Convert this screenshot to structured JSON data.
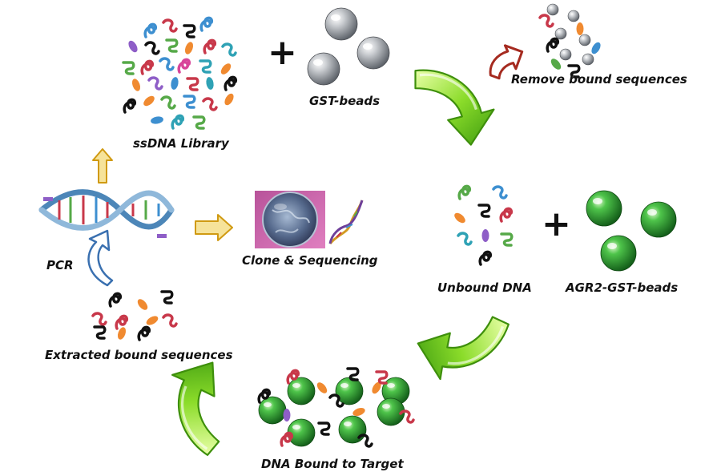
{
  "labels": {
    "library": "ssDNA Library",
    "gst_beads": "GST-beads",
    "remove": "Remove bound sequences",
    "pcr": "PCR",
    "clone": "Clone & Sequencing",
    "unbound": "Unbound DNA",
    "agr2": "AGR2-GST-beads",
    "extracted": "Extracted bound sequences",
    "bound_target": "DNA Bound to Target"
  },
  "operators": {
    "plus_top": "+",
    "plus_right": "+"
  },
  "icons": {
    "big_arrow": "curved-green-arrow-icon",
    "small_arrow": "outline-arrow-icon",
    "gst_bead": "gray-bead-icon",
    "target_bead": "green-bead-icon",
    "dna": "double-helix-icon",
    "clone_photo": "petri-dish-photo-icon"
  },
  "colors": {
    "arrow_green": "#7fd321",
    "arrow_green_dark": "#3e8f0c",
    "arrow_yellow": "#f6e39a",
    "arrow_yellow_stroke": "#d09a12",
    "arrow_red_stroke": "#a52a1f",
    "arrow_blue_stroke": "#3a70b0",
    "bead_gray": "#8a8f96",
    "bead_green": "#2f9a32",
    "dna_red": "#c8384a",
    "dna_blue": "#3d8fd0",
    "dna_orange": "#f08a30",
    "dna_purple": "#8e5ec7",
    "dna_green": "#56a948",
    "dna_teal": "#2fa2b5",
    "dna_black": "#111111",
    "dna_pink": "#d8459a"
  }
}
